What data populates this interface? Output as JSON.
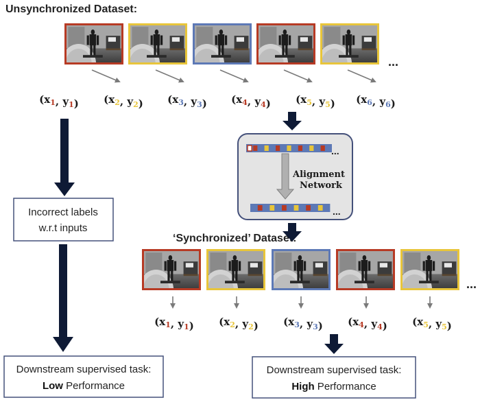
{
  "top_heading": "Unsynchronized Dataset:",
  "mid_heading": "‘Synchronized’ Dataset:",
  "ellipsis": "...",
  "colors": {
    "red": "#b73a24",
    "yellow": "#e8c53a",
    "blue": "#5d79b6",
    "arrow_dark": "#0e1a35",
    "arrow_gray": "#7a7a7a",
    "panel_fill": "#e4e4e4",
    "panel_border": "#44507a",
    "box_border": "#44507a"
  },
  "top_frames": [
    "red",
    "yellow",
    "blue",
    "red",
    "yellow"
  ],
  "top_pairs": [
    {
      "x": "x",
      "xs": "1",
      "xc": "red",
      "y": "y",
      "ys": "1",
      "yc": "red"
    },
    {
      "x": "x",
      "xs": "2",
      "xc": "yellow",
      "y": "y",
      "ys": "2",
      "yc": "yellow"
    },
    {
      "x": "x",
      "xs": "3",
      "xc": "blue",
      "y": "y",
      "ys": "3",
      "yc": "blue"
    },
    {
      "x": "x",
      "xs": "4",
      "xc": "red",
      "y": "y",
      "ys": "4",
      "yc": "red"
    },
    {
      "x": "x",
      "xs": "5",
      "xc": "yellow",
      "y": "y",
      "ys": "5",
      "yc": "yellow"
    },
    {
      "x": "x",
      "xs": "6",
      "xc": "blue",
      "y": "y",
      "ys": "6",
      "yc": "blue"
    }
  ],
  "sync_frames": [
    "red",
    "yellow",
    "blue",
    "red",
    "yellow"
  ],
  "sync_pairs": [
    {
      "x": "x",
      "xs": "1",
      "xc": "red",
      "y": "y",
      "ys": "1",
      "yc": "red"
    },
    {
      "x": "x",
      "xs": "2",
      "xc": "yellow",
      "y": "y",
      "ys": "2",
      "yc": "yellow"
    },
    {
      "x": "x",
      "xs": "3",
      "xc": "blue",
      "y": "y",
      "ys": "3",
      "yc": "blue"
    },
    {
      "x": "x",
      "xs": "4",
      "xc": "red",
      "y": "y",
      "ys": "4",
      "yc": "red"
    },
    {
      "x": "x",
      "xs": "5",
      "xc": "yellow",
      "y": "y",
      "ys": "5",
      "yc": "yellow"
    }
  ],
  "network": {
    "label_line1": "Alignment",
    "label_line2": "Network",
    "top_strip": [
      "white",
      "red",
      "blue",
      "yellow",
      "blue",
      "red",
      "blue",
      "yellow",
      "blue",
      "red",
      "blue",
      "yellow",
      "blue",
      "red",
      "blue"
    ],
    "bottom_strip": [
      "blue",
      "red",
      "blue",
      "yellow",
      "blue",
      "red",
      "blue",
      "yellow",
      "blue",
      "red",
      "blue",
      "yellow",
      "blue"
    ]
  },
  "incorrect_box": {
    "line1": "Incorrect labels",
    "line2": "w.r.t inputs"
  },
  "low_box": {
    "line1": "Downstream supervised task:",
    "bold": "Low",
    "rest": " Performance"
  },
  "high_box": {
    "line1": "Downstream supervised task:",
    "bold": "High",
    "rest": " Performance"
  }
}
